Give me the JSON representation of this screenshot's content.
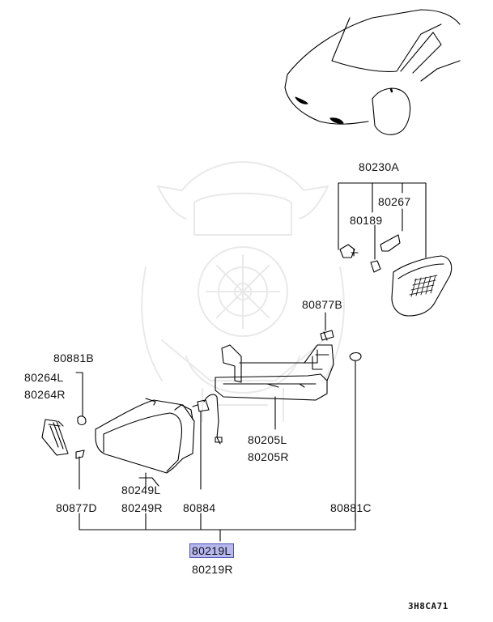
{
  "parts": {
    "p80230A": "80230A",
    "p80267": "80267",
    "p80189": "80189",
    "p80877B": "80877B",
    "p80881B": "80881B",
    "p80264L": "80264L",
    "p80264R": "80264R",
    "p80205L": "80205L",
    "p80205R": "80205R",
    "p80249L": "80249L",
    "p80249R": "80249R",
    "p80877D": "80877D",
    "p80884": "80884",
    "p80881C": "80881C",
    "p80219L": "80219L",
    "p80219R": "80219R"
  },
  "diagram_code": "3H8CA71",
  "highlight_color": "#b6b8ee"
}
